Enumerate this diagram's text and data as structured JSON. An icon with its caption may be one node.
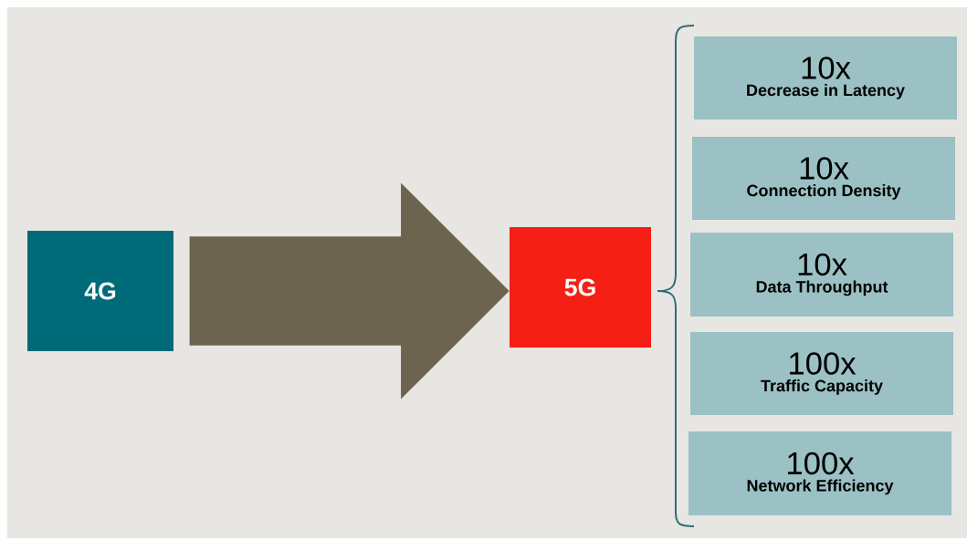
{
  "diagram": {
    "nodes": [
      {
        "text": [
          "4G"
        ]
      },
      {
        "text": [
          "5G"
        ]
      },
      {
        "text": [
          "10x",
          "Decrease in Latency"
        ]
      },
      {
        "text": [
          "10x",
          "Connection Density"
        ]
      },
      {
        "text": [
          "10x",
          "Data Throughput"
        ]
      },
      {
        "text": [
          "100x",
          "Traffic Capacity"
        ]
      },
      {
        "text": [
          "100x",
          "Network Efficiency"
        ]
      }
    ],
    "edges": [
      {
        "from": 0,
        "to": 1,
        "arrow": "to",
        "style": "thick"
      }
    ]
  }
}
